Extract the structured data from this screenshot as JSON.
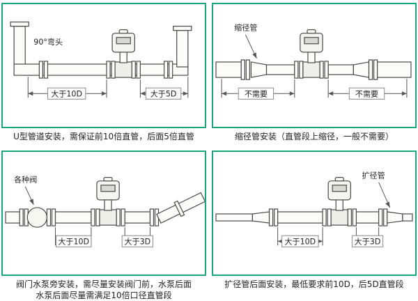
{
  "theme": {
    "accent_border": "#17a67d",
    "line_color": "#4a4a4a",
    "text_color": "#222222"
  },
  "panels": {
    "u_type": {
      "caption": "U型管道安装，需保证前10倍直管，后面5倍直管",
      "labels": {
        "elbow": "90°弯头",
        "dim_left": "大于10D",
        "dim_right": "大于5D"
      }
    },
    "reducer": {
      "caption": "缩径管安装（直管段上缩径，一般不需要）",
      "labels": {
        "part": "缩径管",
        "dim_left": "不需要",
        "dim_right": "不需要"
      }
    },
    "valve_pump": {
      "caption_line1": "阀门水泵旁安装，需尽量安装阀门前，水泵后面",
      "caption_line2": "水泵后面尽量需满足10倍口径直管段",
      "labels": {
        "part": "各种阀",
        "dim_left": "大于10D",
        "dim_right": "大于3D"
      }
    },
    "expander": {
      "caption": "扩径管后面安装，最低要求前10D，后5D直管段",
      "labels": {
        "part": "扩径管",
        "dim_left": "大于10D",
        "dim_right": "大于3D"
      }
    }
  }
}
